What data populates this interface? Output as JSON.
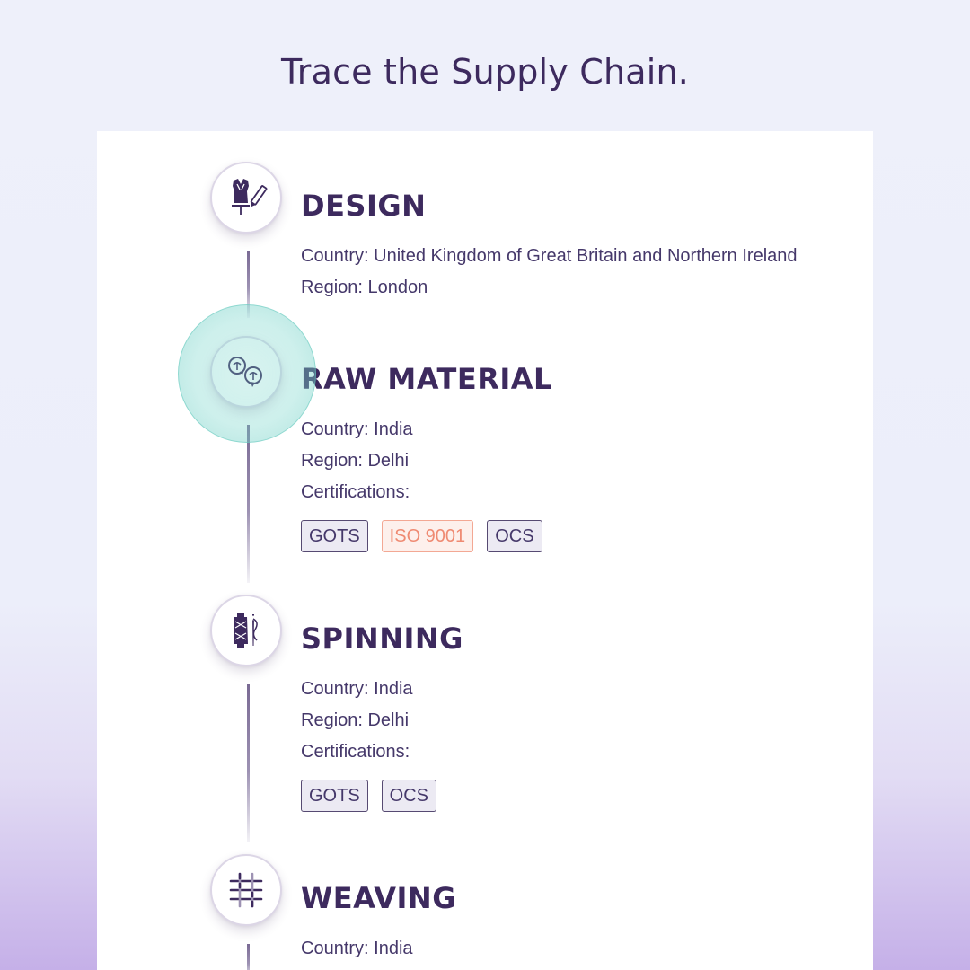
{
  "heading": "Trace the Supply Chain.",
  "steps": [
    {
      "title": "DESIGN",
      "icon": "design-dress-pencil-icon",
      "country": "Country: United Kingdom of Great Britain and Northern Ireland",
      "region": "Region: London"
    },
    {
      "title": "RAW MATERIAL",
      "icon": "cotton-boll-icon",
      "country": "Country: India",
      "region": "Region: Delhi",
      "certifications_label": "Certifications:",
      "certifications": [
        "GOTS",
        "ISO 9001",
        "OCS"
      ],
      "highlighted": true
    },
    {
      "title": "SPINNING",
      "icon": "spool-needle-icon",
      "country": "Country: India",
      "region": "Region: Delhi",
      "certifications_label": "Certifications:",
      "certifications": [
        "GOTS",
        "OCS"
      ]
    },
    {
      "title": "WEAVING",
      "icon": "weave-grid-icon",
      "country": "Country: India"
    }
  ],
  "colors": {
    "primary_text": "#3d2a5e",
    "accent_badge": "#ef8a72",
    "highlight_halo": "#7dd7cd"
  }
}
